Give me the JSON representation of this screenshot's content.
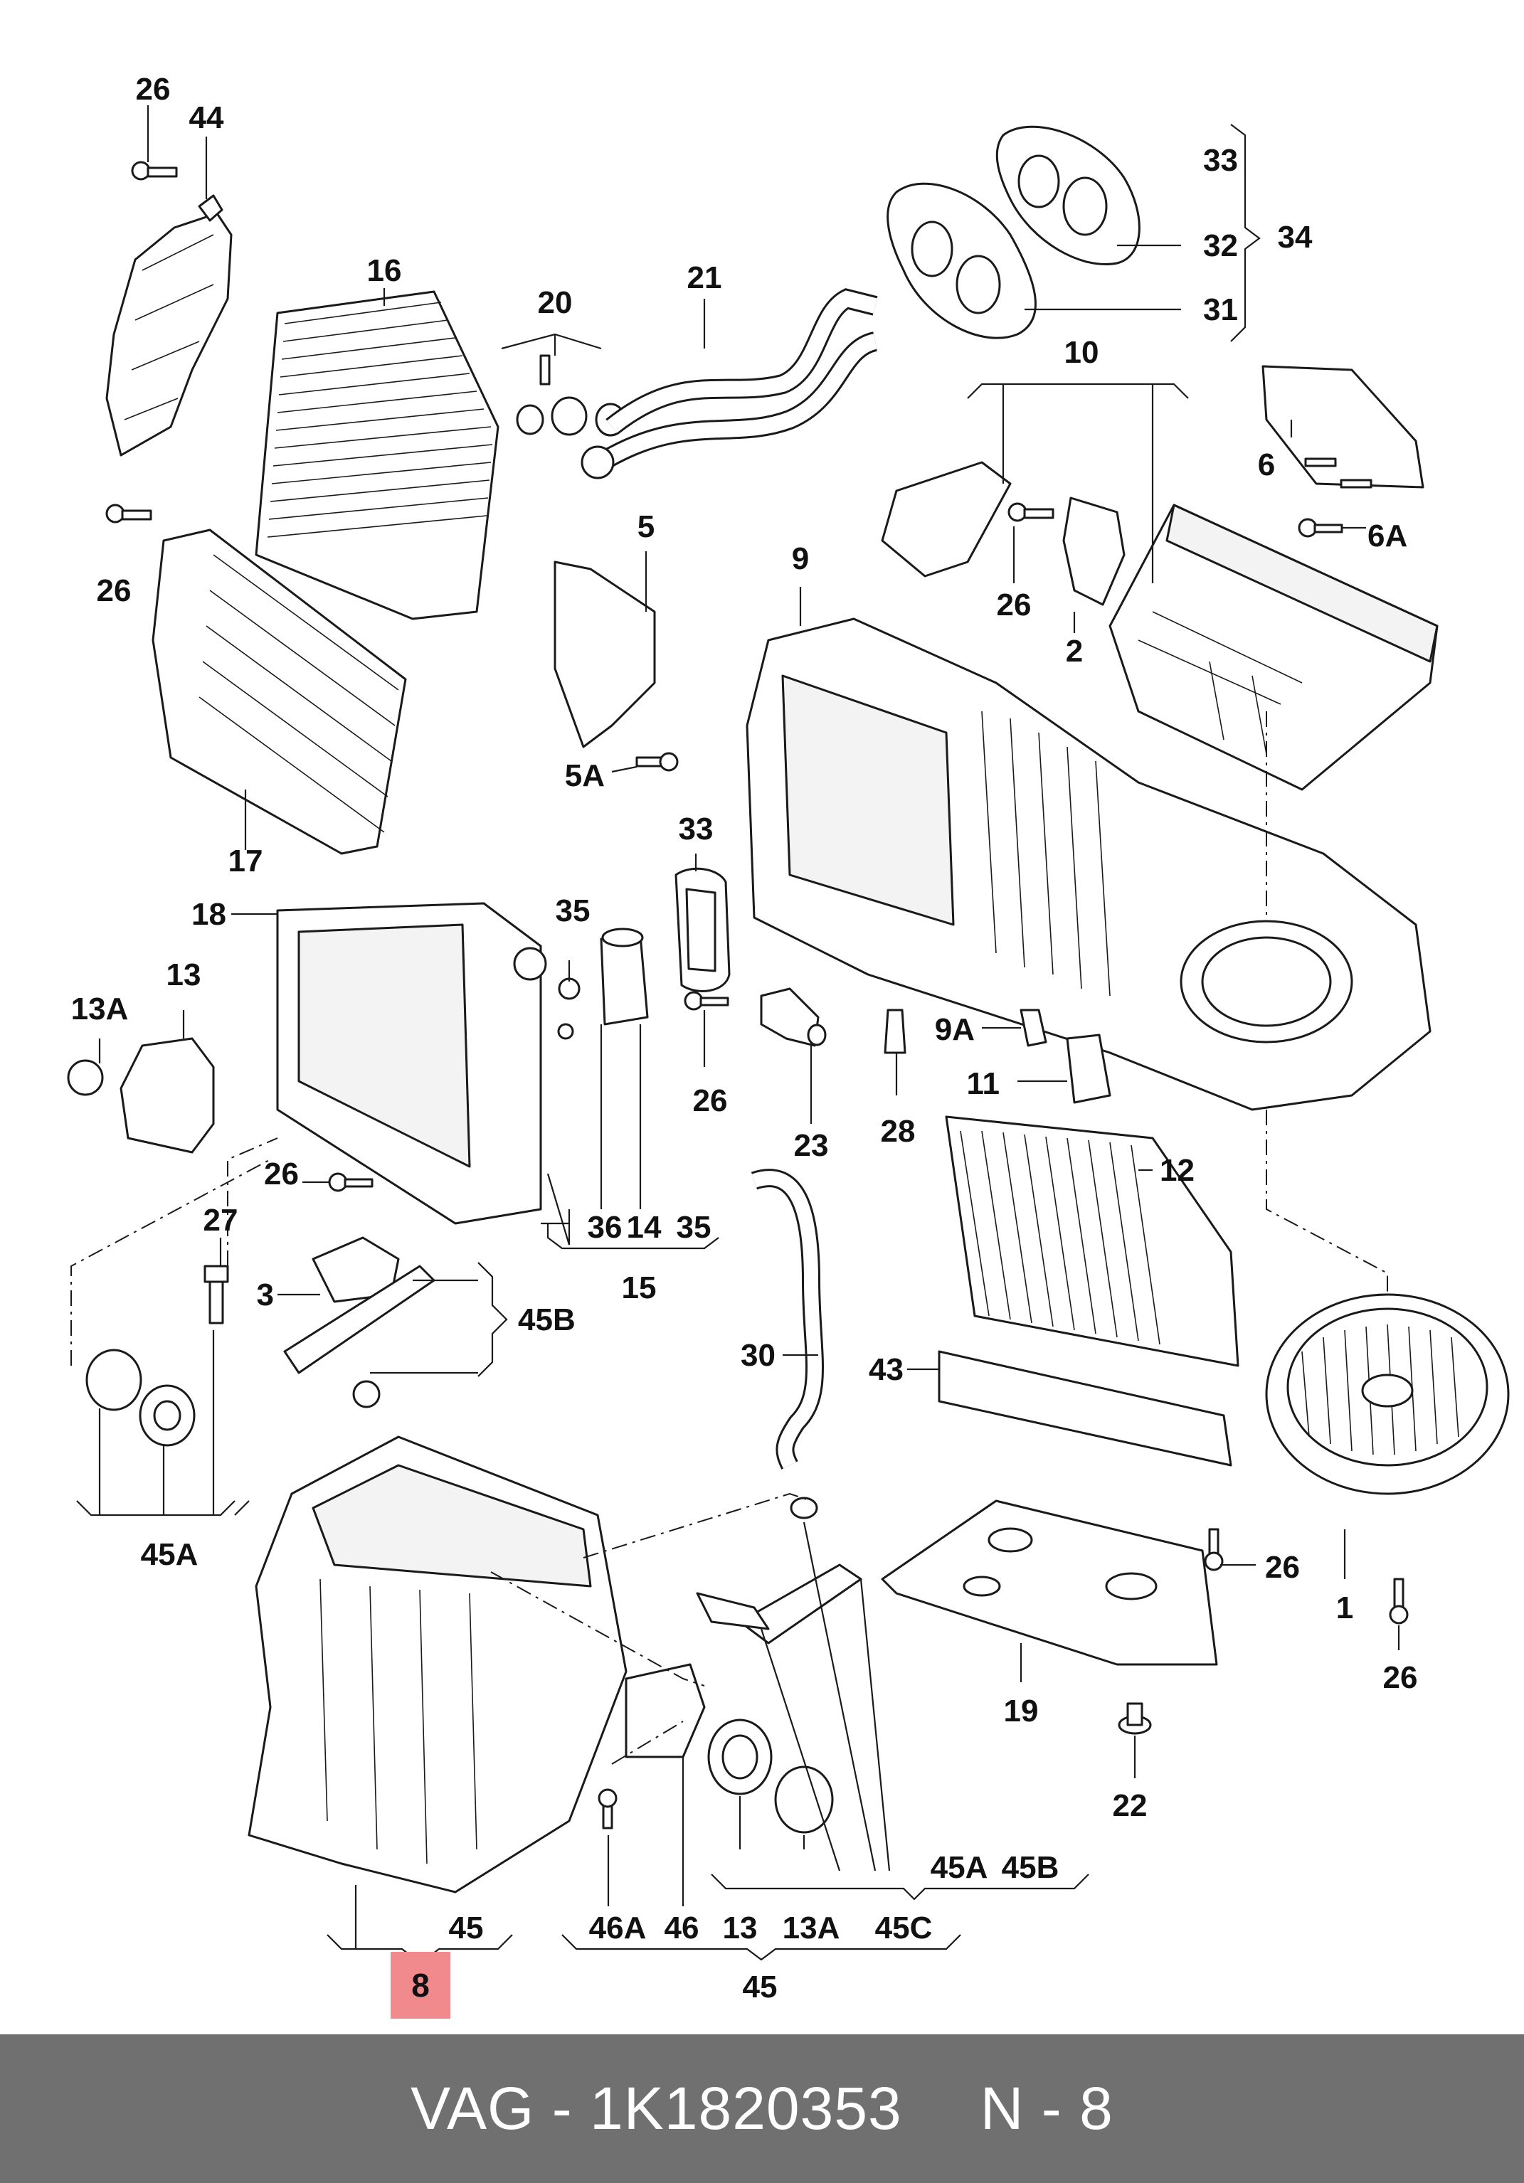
{
  "callouts": [
    {
      "id": "c26a",
      "text": "26"
    },
    {
      "id": "c44",
      "text": "44"
    },
    {
      "id": "c16",
      "text": "16"
    },
    {
      "id": "c20",
      "text": "20"
    },
    {
      "id": "c21",
      "text": "21"
    },
    {
      "id": "c33a",
      "text": "33"
    },
    {
      "id": "c32",
      "text": "32"
    },
    {
      "id": "c34",
      "text": "34"
    },
    {
      "id": "c31",
      "text": "31"
    },
    {
      "id": "c10",
      "text": "10"
    },
    {
      "id": "c26b",
      "text": "26"
    },
    {
      "id": "c6",
      "text": "6"
    },
    {
      "id": "c6a",
      "text": "6A"
    },
    {
      "id": "c5",
      "text": "5"
    },
    {
      "id": "c9",
      "text": "9"
    },
    {
      "id": "c26c",
      "text": "26"
    },
    {
      "id": "c2",
      "text": "2"
    },
    {
      "id": "c5a",
      "text": "5A"
    },
    {
      "id": "c17",
      "text": "17"
    },
    {
      "id": "c33b",
      "text": "33"
    },
    {
      "id": "c18",
      "text": "18"
    },
    {
      "id": "c35a",
      "text": "35"
    },
    {
      "id": "c13a",
      "text": "13A"
    },
    {
      "id": "c13",
      "text": "13"
    },
    {
      "id": "c9a",
      "text": "9A"
    },
    {
      "id": "c26d",
      "text": "26"
    },
    {
      "id": "c23",
      "text": "23"
    },
    {
      "id": "c28",
      "text": "28"
    },
    {
      "id": "c11",
      "text": "11"
    },
    {
      "id": "c12",
      "text": "12"
    },
    {
      "id": "c26e",
      "text": "26"
    },
    {
      "id": "c36",
      "text": "36"
    },
    {
      "id": "c14",
      "text": "14"
    },
    {
      "id": "c35b",
      "text": "35"
    },
    {
      "id": "c15",
      "text": "15"
    },
    {
      "id": "c27",
      "text": "27"
    },
    {
      "id": "c3",
      "text": "3"
    },
    {
      "id": "c45b",
      "text": "45B"
    },
    {
      "id": "c30",
      "text": "30"
    },
    {
      "id": "c43",
      "text": "43"
    },
    {
      "id": "c45a",
      "text": "45A"
    },
    {
      "id": "c26f",
      "text": "26"
    },
    {
      "id": "c1",
      "text": "1"
    },
    {
      "id": "c26g",
      "text": "26"
    },
    {
      "id": "c19",
      "text": "19"
    },
    {
      "id": "c22",
      "text": "22"
    },
    {
      "id": "c45a2",
      "text": "45A"
    },
    {
      "id": "c45b2",
      "text": "45B"
    },
    {
      "id": "c46a",
      "text": "46A"
    },
    {
      "id": "c46",
      "text": "46"
    },
    {
      "id": "c13b",
      "text": "13"
    },
    {
      "id": "c13a2",
      "text": "13A"
    },
    {
      "id": "c45c",
      "text": "45C"
    },
    {
      "id": "c45top",
      "text": "45"
    },
    {
      "id": "c45bot",
      "text": "45"
    }
  ],
  "highlight": {
    "text": "8",
    "color": "#f08a8d"
  },
  "footer": {
    "brand": "VAG",
    "separator": "-",
    "part_number": "1K1820353",
    "ref": "N - 8"
  },
  "colors": {
    "footer_bg": "#707070",
    "footer_text": "#ffffff",
    "line": "#1a1a1a"
  }
}
